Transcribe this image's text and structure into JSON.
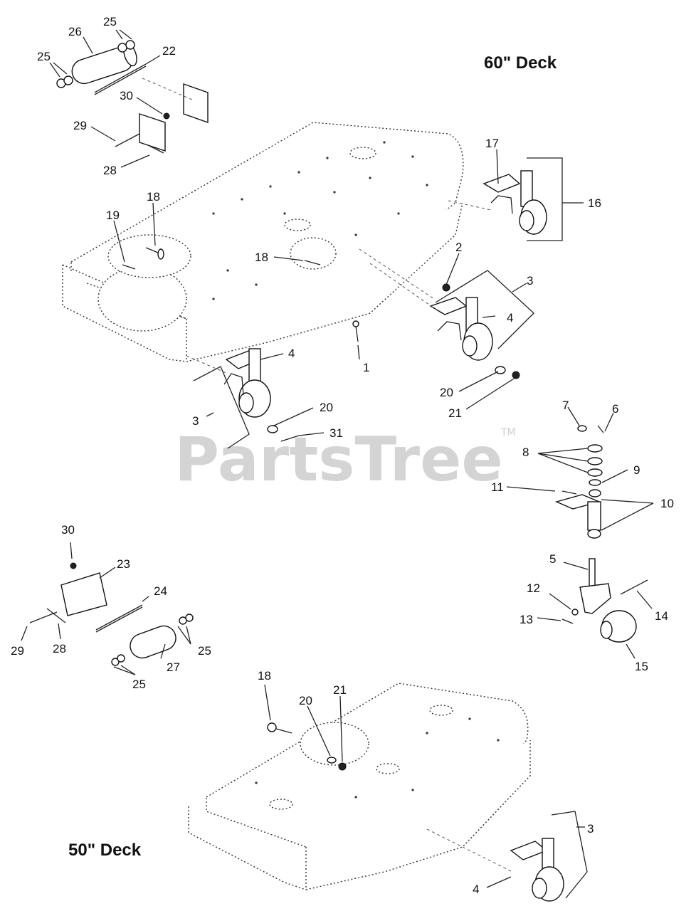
{
  "watermark": {
    "text": "PartsTree",
    "mark": "TM"
  },
  "decks": {
    "deck60": {
      "title": "60\" Deck"
    },
    "deck50": {
      "title": "50\" Deck"
    }
  },
  "callouts": {
    "c1": "1",
    "c2": "2",
    "c3a": "3",
    "c3b": "3",
    "c3c": "3",
    "c4a": "4",
    "c4b": "4",
    "c4c": "4",
    "c5": "5",
    "c6": "6",
    "c7": "7",
    "c8": "8",
    "c9": "9",
    "c10": "10",
    "c11": "11",
    "c12": "12",
    "c13": "13",
    "c14": "14",
    "c15": "15",
    "c16": "16",
    "c17": "17",
    "c18a": "18",
    "c18b": "18",
    "c18c": "18",
    "c19": "19",
    "c20a": "20",
    "c20b": "20",
    "c20c": "20",
    "c21a": "21",
    "c21b": "21",
    "c22": "22",
    "c23": "23",
    "c24": "24",
    "c25a": "25",
    "c25b": "25",
    "c25c": "25",
    "c25d": "25",
    "c26": "26",
    "c27": "27",
    "c28a": "28",
    "c28b": "28",
    "c29a": "29",
    "c29b": "29",
    "c30a": "30",
    "c30b": "30",
    "c31": "31"
  }
}
